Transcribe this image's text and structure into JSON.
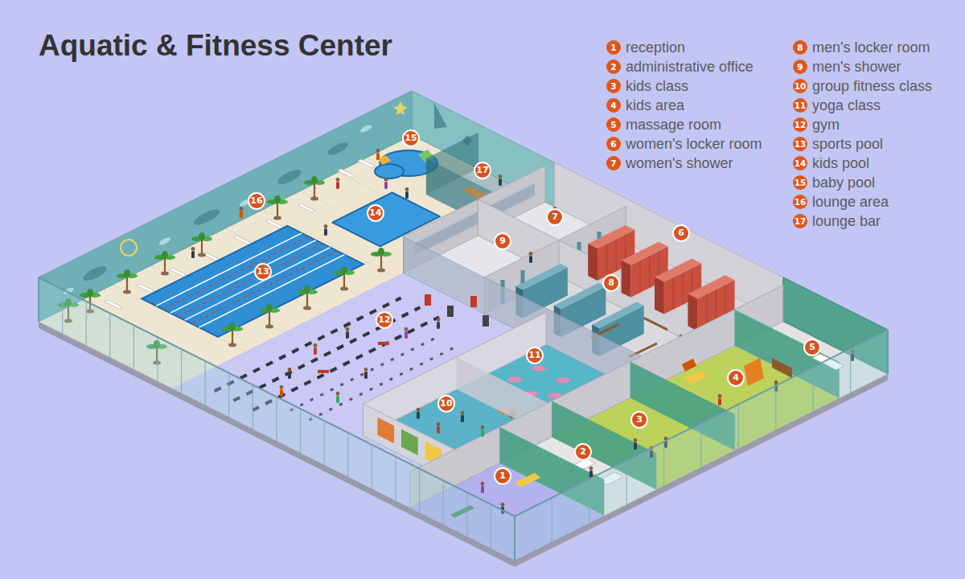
{
  "diagram": {
    "title": "Aquatic & Fitness Center",
    "labels": [
      "1",
      "2",
      "3",
      "4",
      "5",
      "6",
      "7",
      "8",
      "9",
      "10",
      "11",
      "12",
      "13",
      "14",
      "15",
      "16",
      "17",
      "1",
      "2",
      "3",
      "4",
      "5",
      "6",
      "7",
      "8",
      "9",
      "10",
      "11",
      "12",
      "13",
      "14",
      "15",
      "16",
      "17"
    ],
    "legend": [
      {
        "text": "reception"
      },
      {
        "text": "administrative office"
      },
      {
        "text": "kids class"
      },
      {
        "text": "kids area"
      },
      {
        "text": "massage room"
      },
      {
        "text": "women's locker room"
      },
      {
        "text": "women's shower"
      },
      {
        "text": "men's locker room"
      },
      {
        "text": "men's shower"
      },
      {
        "text": "group fitness class"
      },
      {
        "text": "yoga class"
      },
      {
        "text": "gym"
      },
      {
        "text": "sports pool"
      },
      {
        "text": "kids pool"
      },
      {
        "text": "baby pool"
      },
      {
        "text": "lounge area"
      },
      {
        "text": "lounge bar"
      }
    ]
  }
}
